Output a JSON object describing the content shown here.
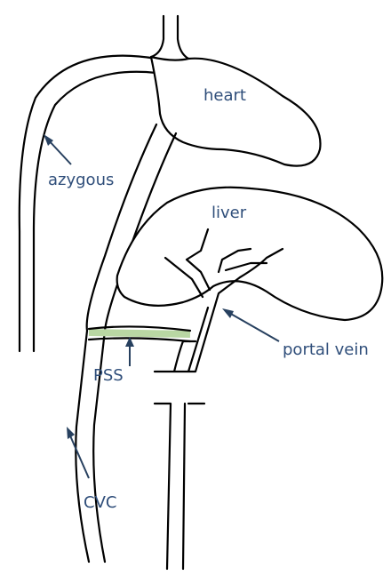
{
  "labels": {
    "heart": "heart",
    "azygous": "azygous",
    "liver": "liver",
    "portal_vein": "portal vein",
    "pss": "PSS",
    "cvc": "CVC"
  },
  "colors": {
    "line": "#000000",
    "label_text": "#2f4e7a",
    "arrow": "#27405f",
    "shunt": "#b9d7a3"
  }
}
